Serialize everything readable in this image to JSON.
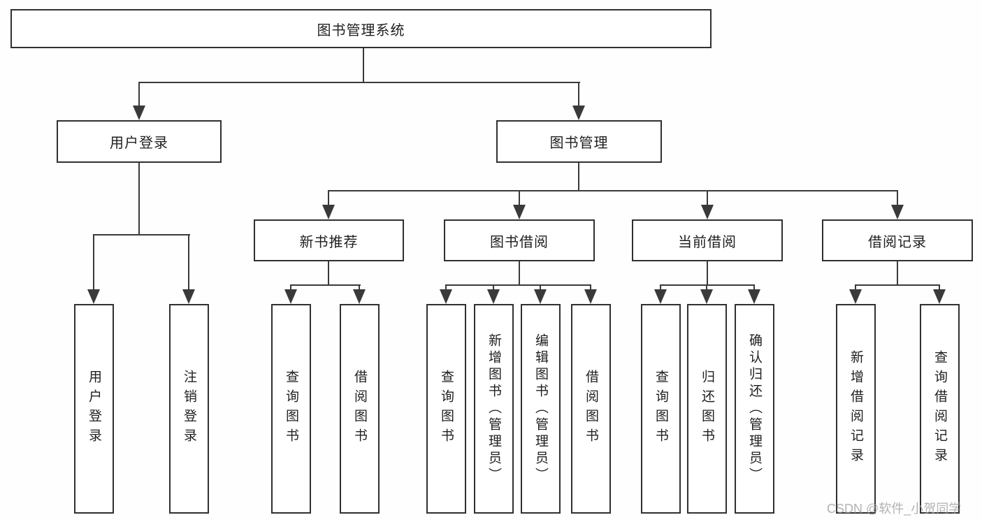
{
  "diagram": {
    "title": "图书管理系统",
    "root": {
      "label": "图书管理系统"
    },
    "level2": [
      {
        "label": "用户登录"
      },
      {
        "label": "图书管理"
      }
    ],
    "level3": [
      {
        "label": "新书推荐"
      },
      {
        "label": "图书借阅"
      },
      {
        "label": "当前借阅"
      },
      {
        "label": "借阅记录"
      }
    ],
    "leaves": {
      "user_login": [
        "用户登录",
        "注销登录"
      ],
      "new_book": [
        "查询图书",
        "借阅图书"
      ],
      "book_borrow": [
        "查询图书",
        "新增图书（管理员）",
        "编辑图书（管理员）",
        "借阅图书"
      ],
      "current_borrow": [
        "查询图书",
        "归还图书",
        "确认归还（管理员）"
      ],
      "borrow_record": [
        "新增借阅记录",
        "查询借阅记录"
      ]
    }
  },
  "watermark": "CSDN @软件_小贺同学",
  "colors": {
    "line": "#3a3a3a",
    "box_border": "#303030",
    "text": "#1f1f1f",
    "background": "#fefefe",
    "watermark": "#9f9f9f"
  }
}
